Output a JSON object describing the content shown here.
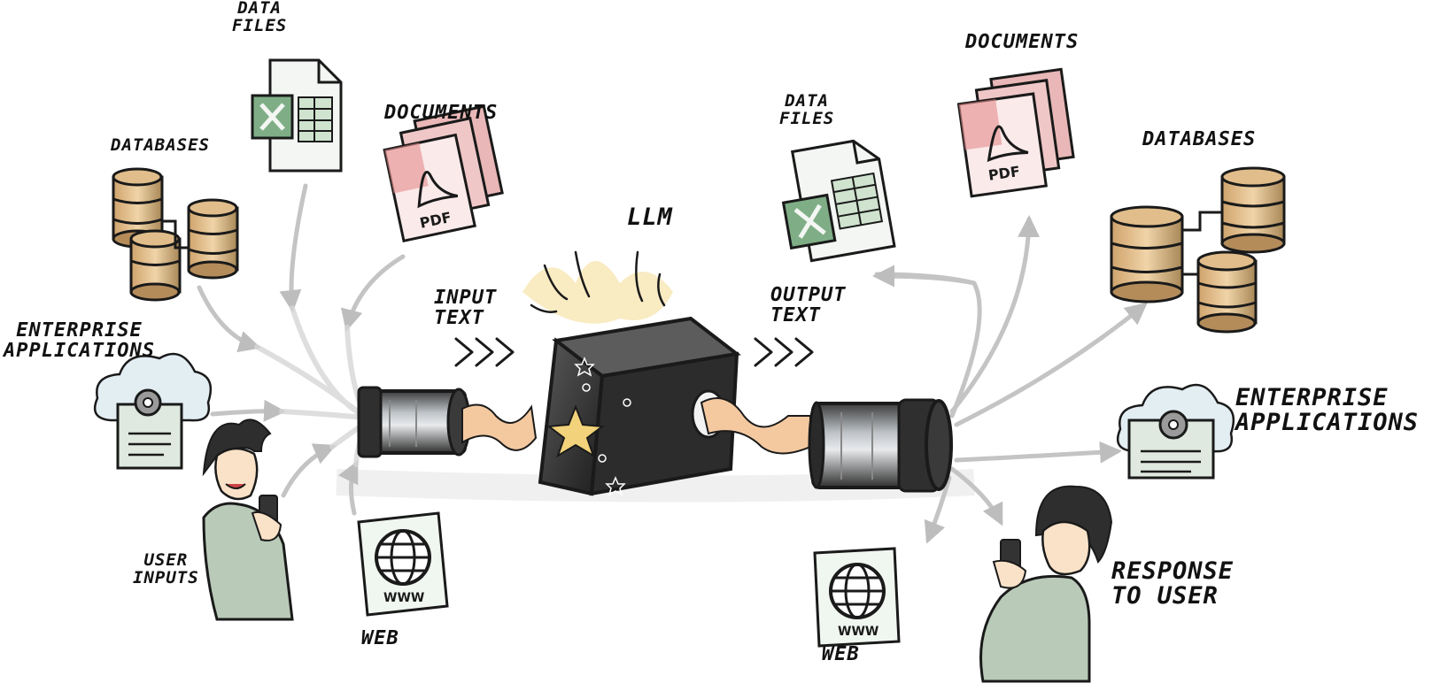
{
  "title": "LLM",
  "input": {
    "label": "INPUT\nTEXT",
    "sources": {
      "data_files": "DATA\nFILES",
      "documents": "DOCUMENTS",
      "databases": "DATABASES",
      "enterprise_applications": "ENTERPRISE\nAPPLICATIONS",
      "user_inputs": "USER\nINPUTS",
      "web": "WEB"
    }
  },
  "output": {
    "label": "OUTPUT\nTEXT",
    "targets": {
      "data_files": "DATA\nFILES",
      "documents": "DOCUMENTS",
      "databases": "DATABASES",
      "enterprise_applications": "ENTERPRISE\nAPPLICATIONS",
      "response_to_user": "RESPONSE\nTO USER",
      "web": "WEB"
    }
  },
  "icon_text": {
    "pdf": "PDF",
    "www": "WWW"
  },
  "colors": {
    "ink": "#1a1a1a",
    "arrow": "#c9c9c9",
    "excel_green": "#7fae86",
    "pdf_red": "#e58a8a",
    "db_orange": "#d9a76a",
    "box_dark": "#3a3a3a",
    "star_yellow": "#f2d27a",
    "paper_tan": "#f4c9a0"
  },
  "icons": [
    "excel-icon",
    "pdf-icon",
    "database-icon",
    "cloud-gear-icon",
    "person-phone-icon",
    "globe-www-icon",
    "pipe-icon",
    "black-box-icon",
    "star-icon",
    "paper-ribbon-icon"
  ]
}
